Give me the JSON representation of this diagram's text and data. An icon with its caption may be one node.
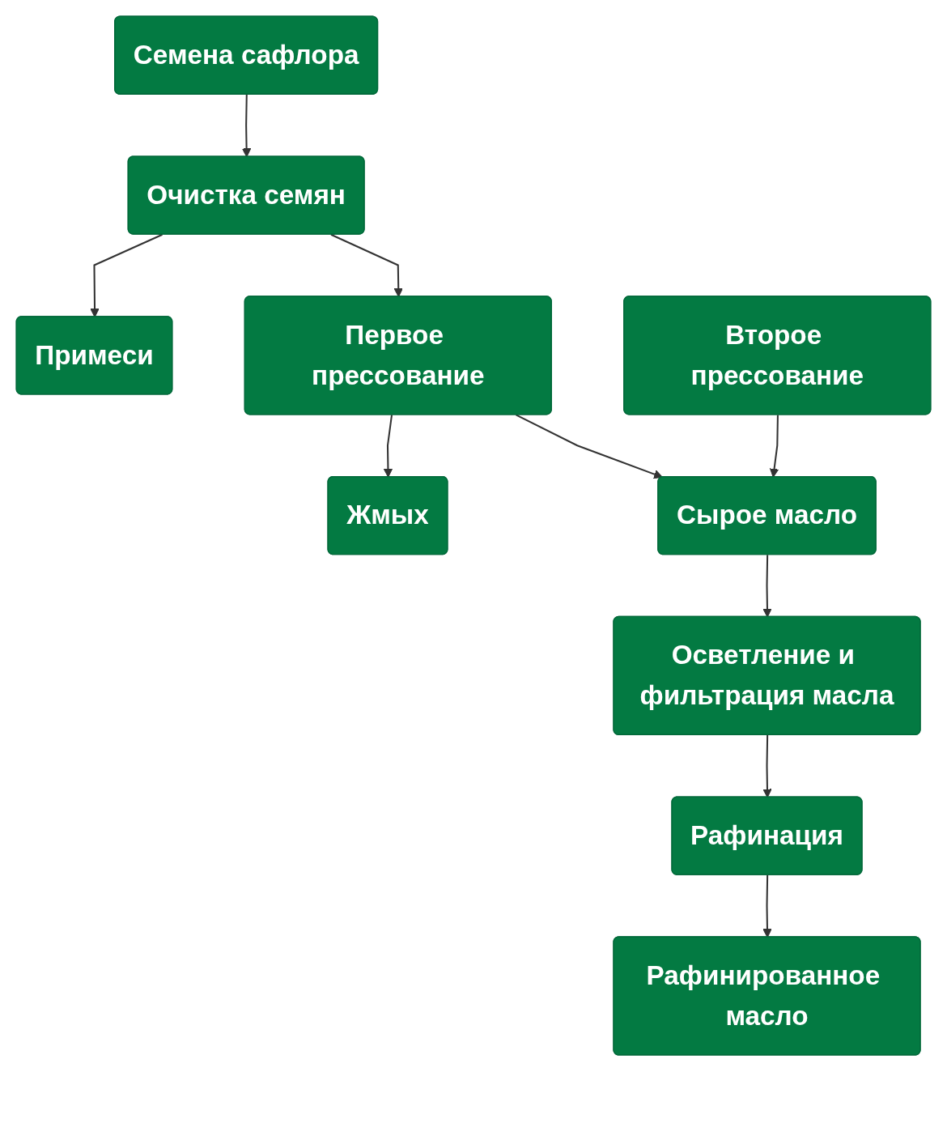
{
  "diagram": {
    "nodes": [
      {
        "text": [
          "Семена сафлора"
        ]
      },
      {
        "text": [
          "Очистка семян"
        ]
      },
      {
        "text": [
          "Примеси"
        ]
      },
      {
        "text": [
          "Первое прессование"
        ]
      },
      {
        "text": [
          "Жмых"
        ]
      },
      {
        "text": [
          "Сырое масло"
        ]
      },
      {
        "text": [
          "Второе прессование"
        ]
      },
      {
        "text": [
          "Осветление и фильтрация масла"
        ]
      },
      {
        "text": [
          "Рафинация"
        ]
      },
      {
        "text": [
          "Рафинированное масло"
        ]
      }
    ],
    "edges": [
      {
        "from": 0,
        "to": 1,
        "arrow": "to"
      },
      {
        "from": 1,
        "to": 2,
        "arrow": "to"
      },
      {
        "from": 1,
        "to": 3,
        "arrow": "to"
      },
      {
        "from": 3,
        "to": 4,
        "arrow": "to"
      },
      {
        "from": 3,
        "to": 5,
        "arrow": "to"
      },
      {
        "from": 6,
        "to": 5,
        "arrow": "to"
      },
      {
        "from": 5,
        "to": 7,
        "arrow": "to"
      },
      {
        "from": 7,
        "to": 8,
        "arrow": "to"
      },
      {
        "from": 8,
        "to": 9,
        "arrow": "to"
      }
    ]
  }
}
